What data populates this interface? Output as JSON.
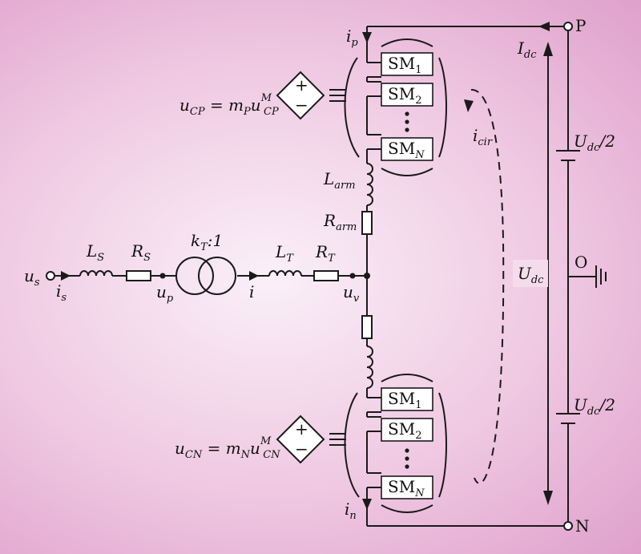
{
  "labels": {
    "P": "P",
    "N": "N",
    "O": "O",
    "idc": {
      "base": "I",
      "sub": "dc"
    },
    "udc": {
      "base": "U",
      "sub": "dc"
    },
    "udc_half": {
      "base": "U",
      "sub": "dc",
      "suffix": "/2"
    },
    "icir": {
      "base": "i",
      "sub": "cir"
    },
    "ip": {
      "base": "i",
      "sub": "p"
    },
    "in": {
      "base": "i",
      "sub": "n"
    },
    "sm": {
      "base": "SM",
      "sub1": "1",
      "sub2": "2",
      "subN": "N"
    },
    "ucp": {
      "u": "u",
      "sub": "CP",
      "eq": " = ",
      "m": "m",
      "msub": "P",
      "u2": "u",
      "sup": "M"
    },
    "ucn": {
      "u": "u",
      "sub": "CN",
      "eq": " = ",
      "m": "m",
      "msub": "N",
      "u2": "u",
      "sup": "M"
    },
    "larm": {
      "base": "L",
      "sub": "arm"
    },
    "rarm": {
      "base": "R",
      "sub": "arm"
    },
    "us": {
      "base": "u",
      "sub": "s"
    },
    "is": {
      "base": "i",
      "sub": "s"
    },
    "ls": {
      "base": "L",
      "sub": "S"
    },
    "rs": {
      "base": "R",
      "sub": "S"
    },
    "up": {
      "base": "u",
      "sub": "p"
    },
    "kt": {
      "base": "k",
      "sub": "T",
      "ratio": ":1"
    },
    "i": "i",
    "lt": {
      "base": "L",
      "sub": "T"
    },
    "rt": {
      "base": "R",
      "sub": "T"
    },
    "uv": {
      "base": "u",
      "sub": "v"
    }
  },
  "colors": {
    "background_center": "#faf0f8",
    "background_edge": "#dfa0cb",
    "line": "#1a1a1a"
  }
}
